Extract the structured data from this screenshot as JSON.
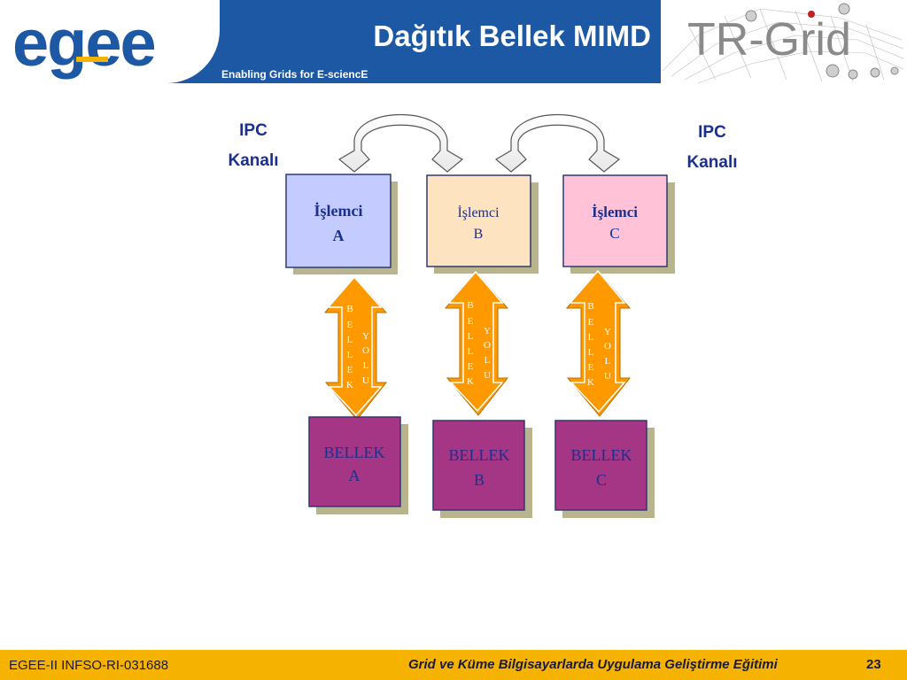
{
  "header": {
    "logo_text": "egee",
    "title": "Dağıtık Bellek MIMD",
    "tagline": "Enabling Grids for E-sciencE",
    "partner_logo_text": "TR-Grid"
  },
  "diagram": {
    "ipc_left": {
      "line1": "IPC",
      "line2": "Kanalı"
    },
    "ipc_right": {
      "line1": "IPC",
      "line2": "Kanalı"
    },
    "processors": [
      {
        "line1": "İşlemci",
        "line2": "A",
        "fill": "#c4ccff"
      },
      {
        "line1": "İşlemci",
        "line2": "B",
        "fill": "#fde3bf"
      },
      {
        "line1": "İşlemci",
        "line2": "C",
        "fill": "#ffc2d6"
      }
    ],
    "memories": [
      {
        "line1": "BELLEK",
        "line2": "A",
        "fill": "#a43685"
      },
      {
        "line1": "BELLEK",
        "line2": "B",
        "fill": "#a43685"
      },
      {
        "line1": "BELLEK",
        "line2": "C",
        "fill": "#a43685"
      }
    ],
    "bus_word1": [
      "B",
      "E",
      "L",
      "L",
      "E",
      "K"
    ],
    "bus_word2": [
      "Y",
      "O",
      "L",
      "U"
    ],
    "arrow_fill": "#ff9900",
    "text_color": "#1a2f8e"
  },
  "footer": {
    "left": "EGEE-II INFSO-RI-031688",
    "center": "Grid ve Küme Bilgisayarlarda Uygulama Geliştirme Eğitimi",
    "page": "23",
    "color": "#f5b300"
  }
}
